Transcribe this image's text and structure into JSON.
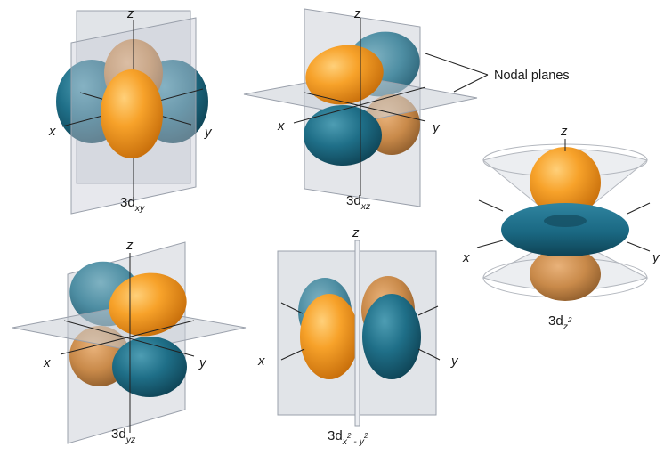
{
  "axes": {
    "x": "x",
    "y": "y",
    "z": "z"
  },
  "annotation": "Nodal planes",
  "orbitals": {
    "dxy": {
      "main": "3d",
      "sub": "xy"
    },
    "dxz": {
      "main": "3d",
      "sub": "xz"
    },
    "dyz": {
      "main": "3d",
      "sub": "yz"
    },
    "dx2y2": {
      "main": "3d",
      "sub_a": "x",
      "sup_a": "2",
      "sub_mid": " - ",
      "sub_b": "y",
      "sup_b": "2"
    },
    "dz2": {
      "main": "3d",
      "sub": "z",
      "sup": "2"
    }
  },
  "colors": {
    "positive": "#f39a21",
    "negative": "#1c6d86",
    "plane": "#c9cdd6"
  }
}
